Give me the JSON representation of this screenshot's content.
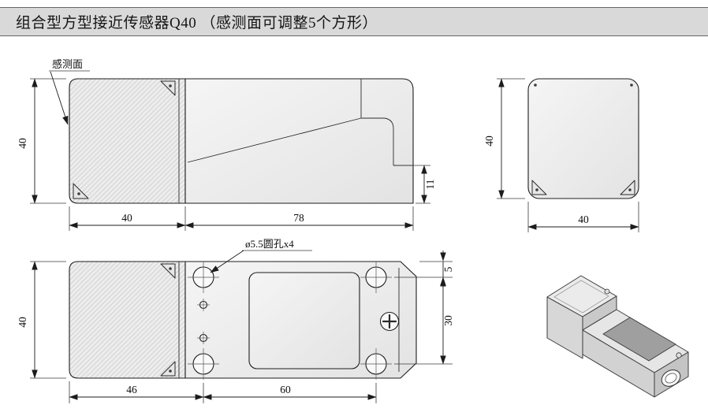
{
  "header": {
    "title": "组合型方型接近传感器Q40 （感测面可调整5个方形）"
  },
  "labels": {
    "sensing_face": "感测面",
    "hole_note": "ø5.5圆孔x4"
  },
  "views": {
    "side": {
      "dim_height": "40",
      "dim_head_length": "40",
      "dim_body_length": "78",
      "dim_step": "11"
    },
    "front": {
      "dim_height": "40",
      "dim_width": "40"
    },
    "top": {
      "dim_width": "40",
      "dim_hole_edge_offset": "5",
      "dim_hole_spacing_vertical": "30",
      "dim_edge_to_hole": "46",
      "dim_hole_spacing_horizontal": "60"
    }
  },
  "colors": {
    "header_bg": "#d9d9d9",
    "header_border": "#666666",
    "line": "#1d1d1d",
    "part_fill": "#f2f2f2",
    "hatch_line": "#d2d2d2"
  }
}
